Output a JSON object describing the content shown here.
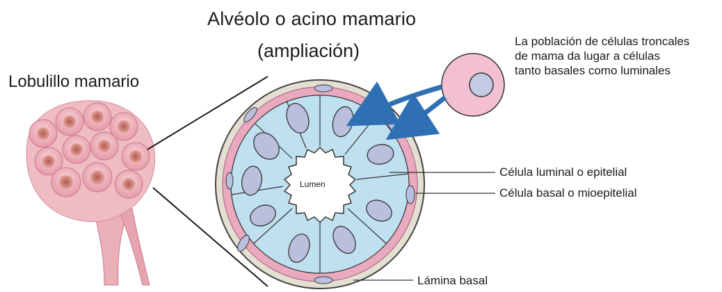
{
  "title_line1": "Alvéolo o acino mamario",
  "title_line2": "(ampliación)",
  "lobule_label": "Lobulillo mamario",
  "stem_cell_text": "La población de células troncales\nde mama da lugar a células\ntanto basales como luminales",
  "labels": {
    "luminal": "Célula luminal o epitelial",
    "basal": "Célula basal o mioepitelial",
    "lamina": "Lámina basal",
    "lumen": "Lumen"
  },
  "colors": {
    "luminal_cytoplasm": "#bfe0ee",
    "luminal_nucleus": "#b9bfdc",
    "basal_cell": "#e9a9bf",
    "basal_lamina": "#e3e0d2",
    "stem_cell": "#f3c0d3",
    "arrow": "#2f6fb4"
  }
}
